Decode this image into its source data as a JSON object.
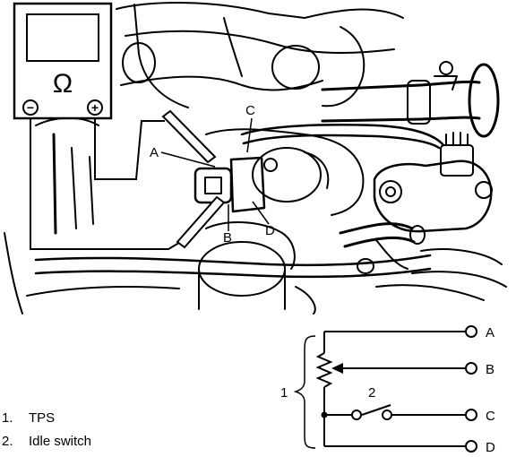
{
  "meter": {
    "symbol": "Ω",
    "minus": "−",
    "plus": "+"
  },
  "photo_labels": {
    "a": "A",
    "b": "B",
    "c": "C",
    "d": "D"
  },
  "schematic": {
    "group_label": "1",
    "switch_label": "2",
    "terminals": [
      "A",
      "B",
      "C",
      "D"
    ]
  },
  "legend": [
    {
      "number": "1.",
      "text": "TPS"
    },
    {
      "number": "2.",
      "text": "Idle switch"
    }
  ]
}
